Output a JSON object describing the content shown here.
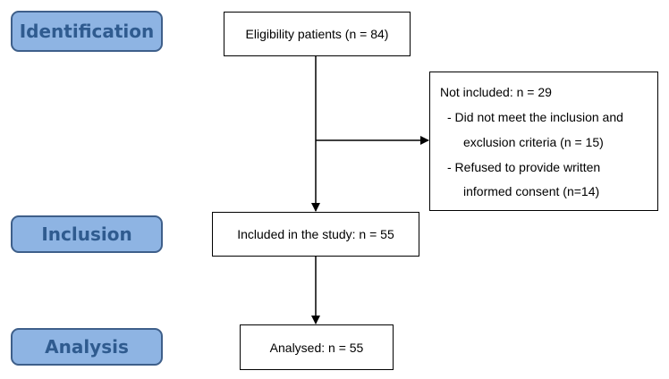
{
  "stages": {
    "identification": "Identification",
    "inclusion": "Inclusion",
    "analysis": "Analysis"
  },
  "boxes": {
    "eligibility": "Eligibility patients (n = 84)",
    "not_included": {
      "title": "Not included: n = 29",
      "reason1_line1": "- Did not meet the inclusion and",
      "reason1_line2": "exclusion criteria (n = 15)",
      "reason2_line1": "- Refused to provide written",
      "reason2_line2": "informed consent (n=14)"
    },
    "included": "Included in the study: n = 55",
    "analysed": "Analysed: n = 55"
  },
  "colors": {
    "stage_fill": "#8eb4e3",
    "stage_border": "#3e5f8a",
    "stage_text": "#2f5b8f",
    "box_border": "#000000"
  }
}
